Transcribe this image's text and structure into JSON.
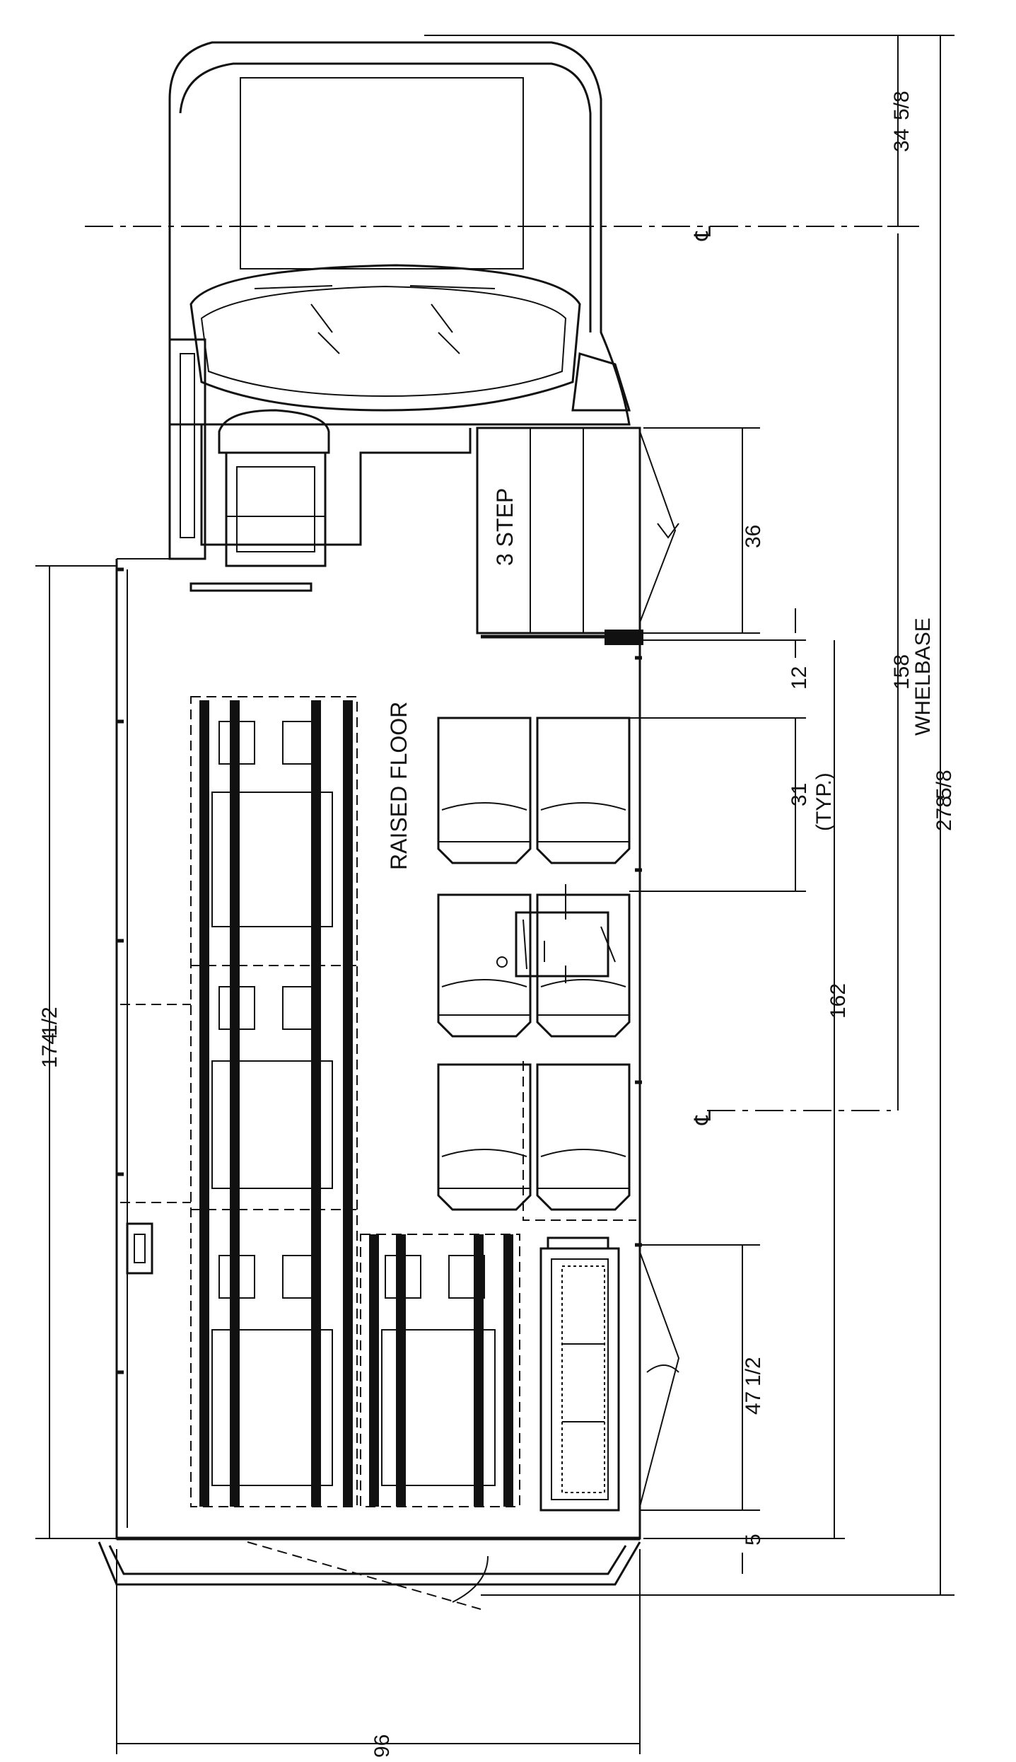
{
  "labels": {
    "raised_floor": "RAISED FLOOR",
    "step": "3 STEP",
    "centerline": "℄",
    "whelbase_label": "WHELBASE",
    "typ": "(TYP.)"
  },
  "dimensions": {
    "front_overhang": "34",
    "front_overhang_frac": "5/8",
    "door_width": "36",
    "gap_after_door": "12",
    "seat_pitch": "31",
    "interior_length": "162",
    "wheelbase": "158",
    "overall_length": "278",
    "overall_length_frac": "5/8",
    "body_length": "174",
    "body_length_frac": "1/2",
    "rear_door_width": "47",
    "rear_door_width_frac": "1/2",
    "rear_gap": "5",
    "overall_width": "96"
  }
}
